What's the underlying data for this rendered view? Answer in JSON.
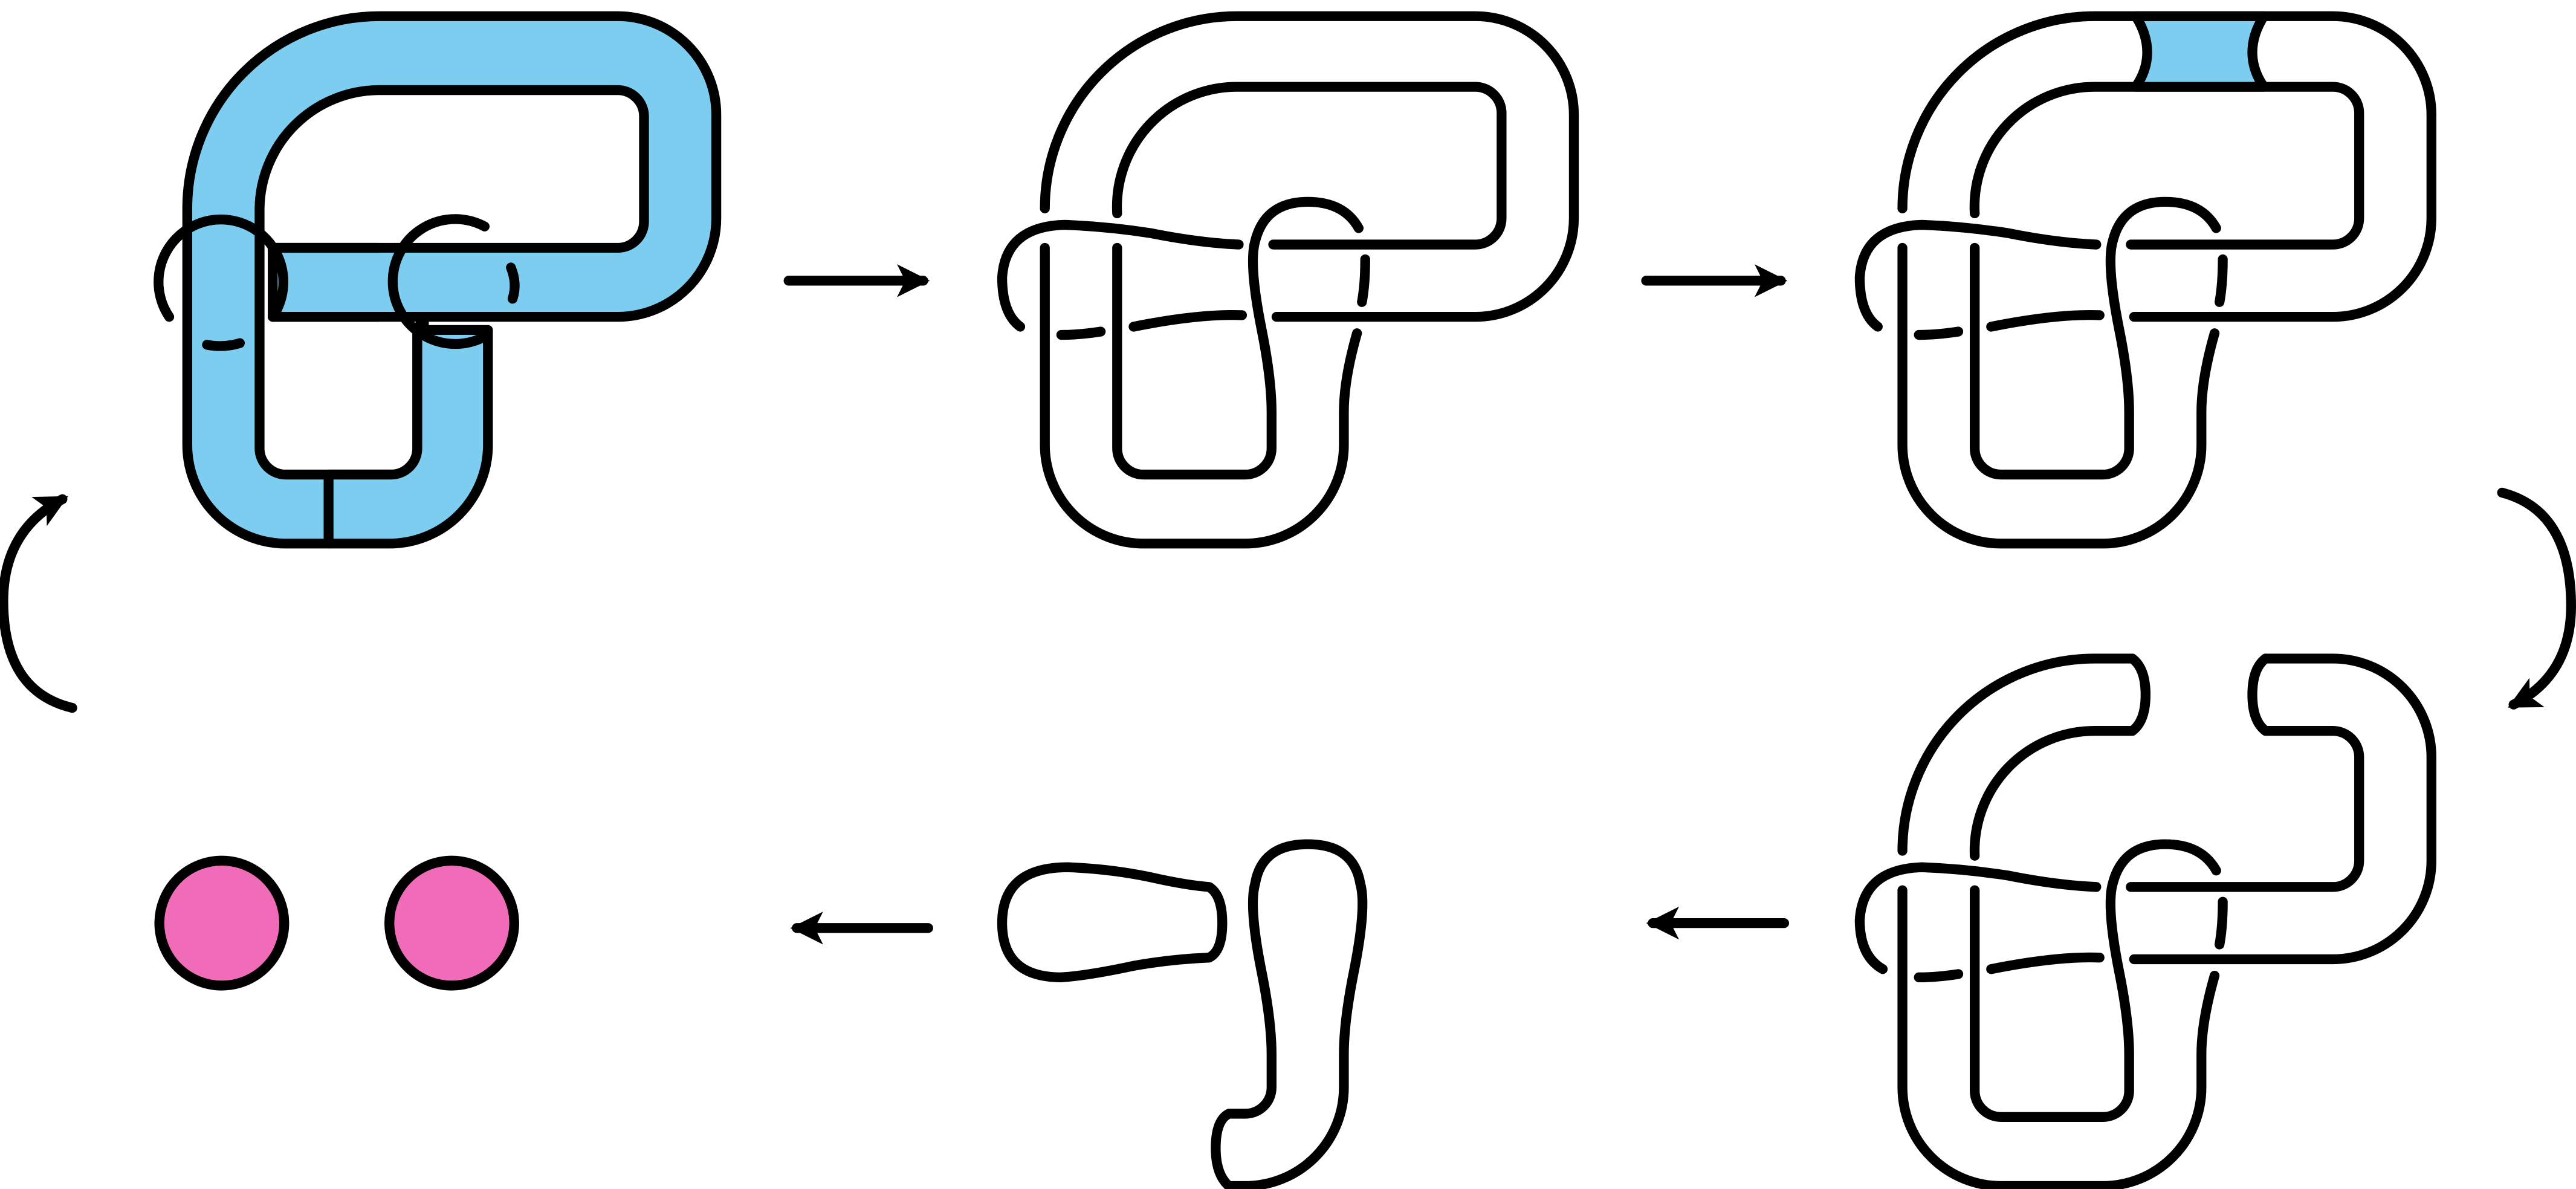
{
  "colors": {
    "band": "#7ccdf0",
    "disk": "#f06bb8",
    "stroke": "#000000",
    "background": "#ffffff"
  },
  "panels": [
    {
      "name": "step-1-hopf-link-spanning-surface",
      "highlight": "blue-band"
    },
    {
      "name": "step-2-thickened-surface"
    },
    {
      "name": "step-3-cut-band-highlighted",
      "highlight": "blue-cut-strip"
    },
    {
      "name": "step-4-band-cut-open"
    },
    {
      "name": "step-5-isotoped-components"
    },
    {
      "name": "step-6-two-disks",
      "highlight": "pink-disks"
    }
  ],
  "arrows": [
    "right",
    "right",
    "curved-down",
    "left",
    "left",
    "curved-up"
  ]
}
